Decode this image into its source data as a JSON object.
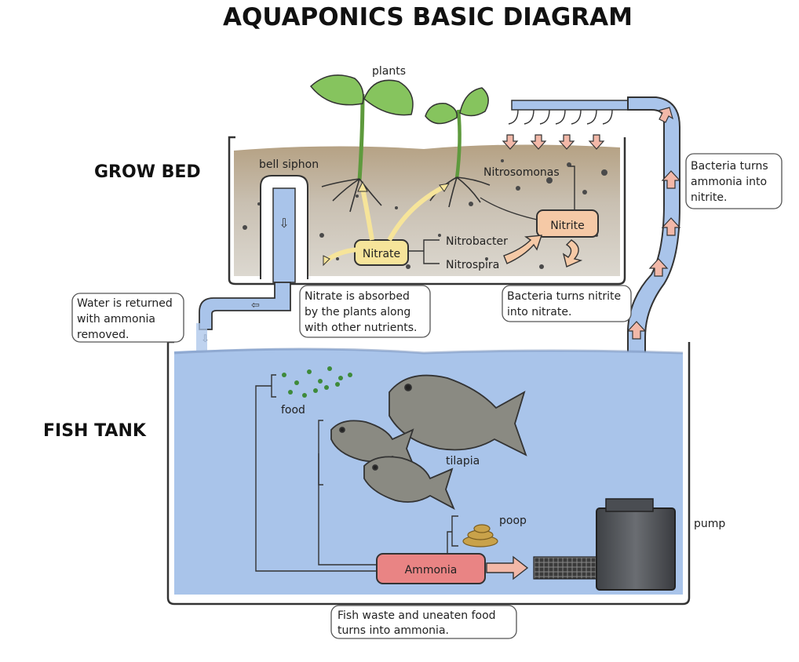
{
  "title": "AQUAPONICS BASIC DIAGRAM",
  "sections": {
    "grow_bed": "GROW BED",
    "fish_tank": "FISH TANK"
  },
  "labels": {
    "plants": "plants",
    "bell_siphon": "bell siphon",
    "nitrosomonas": "Nitrosomonas",
    "nitrobacter": "Nitrobacter",
    "nitrospira": "Nitrospira",
    "food": "food",
    "tilapia": "tilapia",
    "poop": "poop",
    "pump": "pump"
  },
  "compounds": {
    "nitrite": "Nitrite",
    "nitrate": "Nitrate",
    "ammonia": "Ammonia"
  },
  "notes": {
    "water_returned": [
      "Water is returned",
      "with ammonia",
      "removed."
    ],
    "nitrate_absorbed": [
      "Nitrate is absorbed",
      "by the plants along",
      "with other nutrients."
    ],
    "bacteria_nitrite": [
      "Bacteria turns nitrite",
      "into nitrate."
    ],
    "bacteria_ammonia": [
      "Bacteria turns",
      "ammonia into",
      "nitrite."
    ],
    "fish_waste": [
      "Fish waste and uneaten food",
      "turns into ammonia."
    ]
  },
  "colors": {
    "water": "#a9c4ea",
    "pipe": "#a9c4ea",
    "soil_top": "#b8a48a",
    "soil_bottom": "#d5d2ca",
    "plant": "#7dbb5a",
    "nitrite_fill": "#f5c9a6",
    "nitrate_fill": "#f6e49a",
    "ammonia_fill": "#e98484",
    "flow_arrow": "#f2b8a8",
    "pump": "#5a5d62"
  }
}
